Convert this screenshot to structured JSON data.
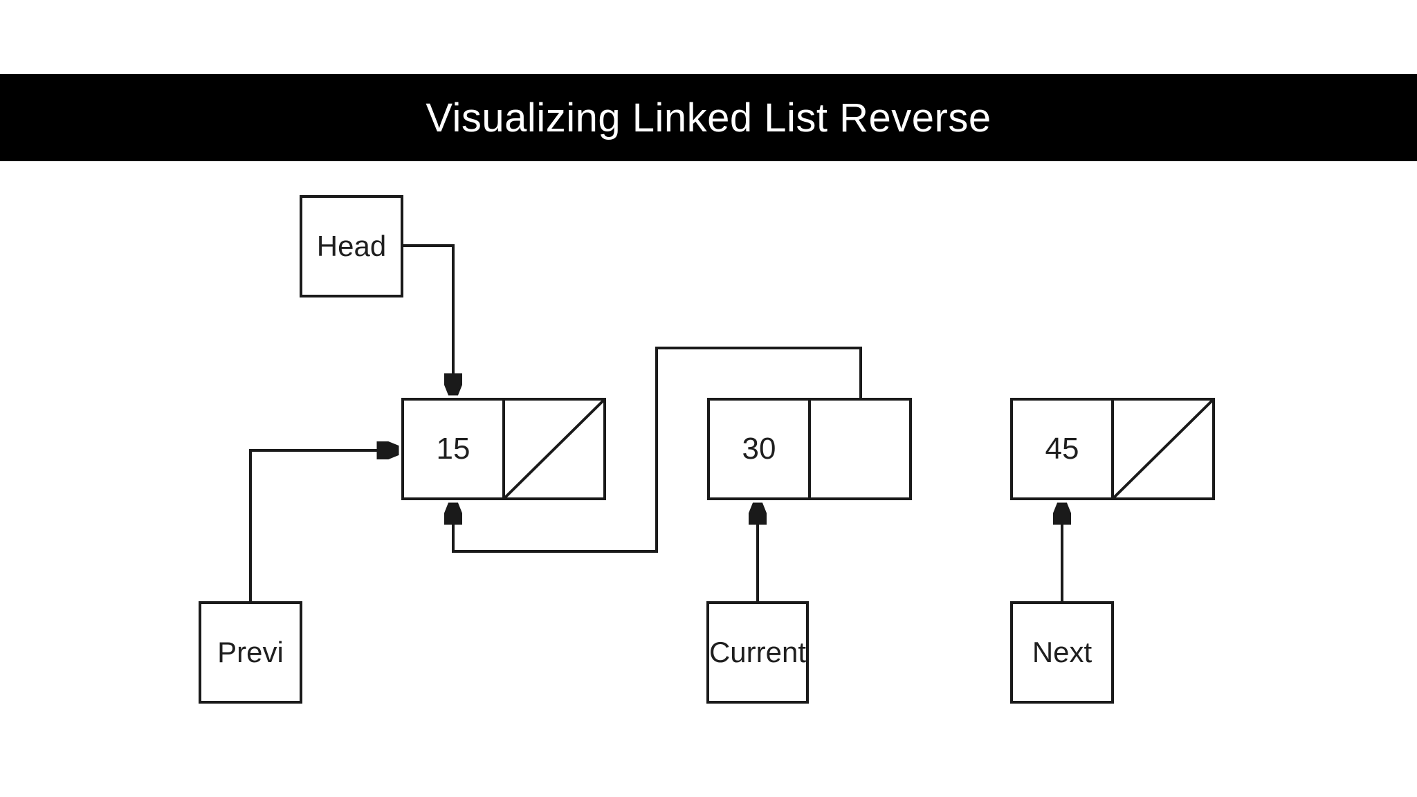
{
  "banner": {
    "title": "Visualizing Linked List Reverse",
    "bg_color": "#000000",
    "text_color": "#ffffff"
  },
  "colors": {
    "background": "#ffffff",
    "line": "#1a1a1a",
    "box_fill": "#ffffff",
    "label_text": "#1f1f1f"
  },
  "pointers": {
    "head": {
      "label": "Head",
      "points_to": "node 15 (top)"
    },
    "prev": {
      "label": "Previ",
      "points_to": "node 15 (left)"
    },
    "current": {
      "label": "Current",
      "points_to": "node 30 (bottom)"
    },
    "next": {
      "label": "Next",
      "points_to": "node 45 (bottom)"
    }
  },
  "nodes": [
    {
      "value": "15",
      "next_pointer": "null (diagonal slash)"
    },
    {
      "value": "30",
      "next_pointer": "reversed link to node 15"
    },
    {
      "value": "45",
      "next_pointer": "null (diagonal slash)"
    }
  ],
  "edges": [
    {
      "name": "head-to-node-15",
      "from": "Head box",
      "to": "node 15 top edge",
      "style": "elbow, arrowhead down"
    },
    {
      "name": "prev-to-node-15",
      "from": "Previ box",
      "to": "node 15 left edge",
      "style": "elbow, arrowhead right"
    },
    {
      "name": "current-to-node-30",
      "from": "Current box",
      "to": "node 30 bottom edge",
      "style": "straight, arrowhead up"
    },
    {
      "name": "next-to-node-45",
      "from": "Next box",
      "to": "node 45 bottom edge",
      "style": "straight, arrowhead up"
    },
    {
      "name": "node-30-next-to-node-15",
      "from": "node 30 pointer cell",
      "to": "node 15 bottom edge",
      "style": "elbow loop, arrowhead up"
    }
  ]
}
